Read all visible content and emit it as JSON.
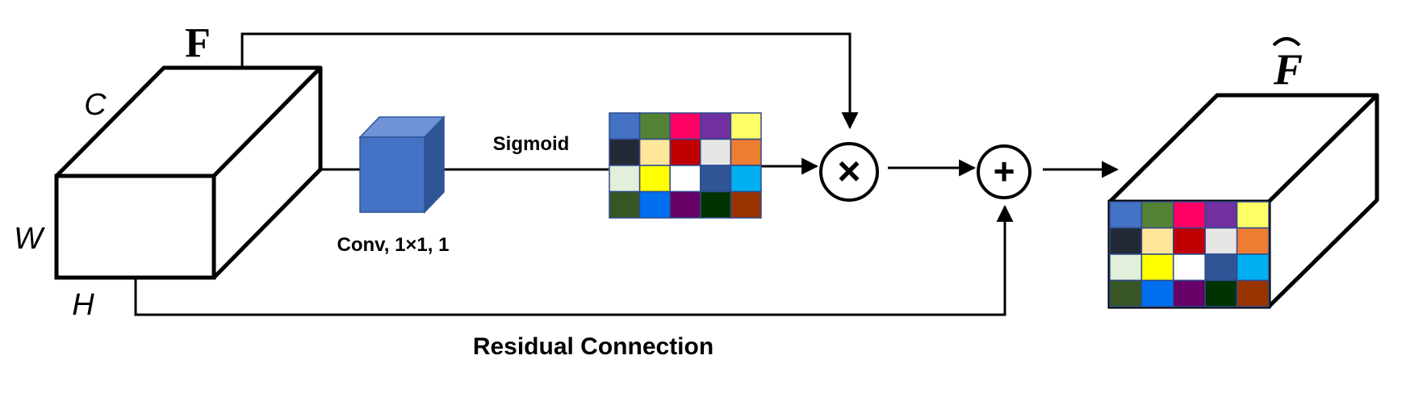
{
  "labels": {
    "input_symbol": "F",
    "output_symbol": "F",
    "dim_c": "C",
    "dim_w": "W",
    "dim_h": "H",
    "conv": "Conv, 1×1, 1",
    "sigmoid": "Sigmoid",
    "residual": "Residual Connection",
    "multiply_glyph": "×",
    "add_glyph": "+"
  },
  "colors": {
    "line": "#000000",
    "conv_front": "#4472c4",
    "conv_top": "#6f93d6",
    "conv_side": "#2f5597",
    "grid_border": "#2e4a8c"
  },
  "attention_map": {
    "rows": [
      [
        "#4472c4",
        "#548235",
        "#ff0066",
        "#7030a0",
        "#ffff66"
      ],
      [
        "#222a35",
        "#ffe699",
        "#c00000",
        "#e7e6e6",
        "#ed7d31"
      ],
      [
        "#e2efda",
        "#ffff00",
        "#ffffff",
        "#2f5597",
        "#00b0f0"
      ],
      [
        "#375623",
        "#0070f0",
        "#660066",
        "#003300",
        "#993300"
      ]
    ]
  }
}
